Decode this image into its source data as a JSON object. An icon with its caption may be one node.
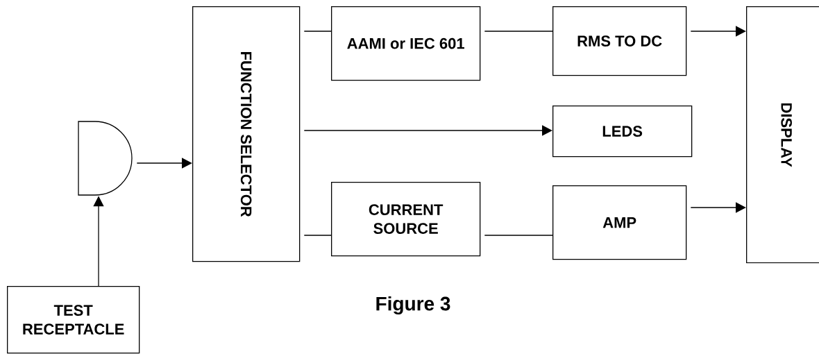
{
  "diagram": {
    "caption": "Figure 3",
    "nodes": [
      {
        "text": [
          "TEST RECEPTACLE"
        ]
      },
      {
        "text": [],
        "shape": "semicircle"
      },
      {
        "text": [
          "FUNCTION SELECTOR"
        ]
      },
      {
        "text": [
          "AAMI or IEC 601"
        ]
      },
      {
        "text": [
          "RMS TO DC"
        ]
      },
      {
        "text": [
          "LEDS"
        ]
      },
      {
        "text": [
          "CURRENT SOURCE"
        ]
      },
      {
        "text": [
          "AMP"
        ]
      },
      {
        "text": [
          "DISPLAY"
        ]
      }
    ],
    "edges": [
      {
        "from": 0,
        "to": 1,
        "arrow": "to"
      },
      {
        "from": 1,
        "to": 2,
        "arrow": "to"
      },
      {
        "from": 2,
        "to": 3,
        "arrow": "none"
      },
      {
        "from": 3,
        "to": 4,
        "arrow": "none"
      },
      {
        "from": 4,
        "to": 8,
        "arrow": "to"
      },
      {
        "from": 2,
        "to": 5,
        "arrow": "to"
      },
      {
        "from": 2,
        "to": 6,
        "arrow": "none"
      },
      {
        "from": 6,
        "to": 7,
        "arrow": "none"
      },
      {
        "from": 7,
        "to": 8,
        "arrow": "to"
      }
    ]
  }
}
